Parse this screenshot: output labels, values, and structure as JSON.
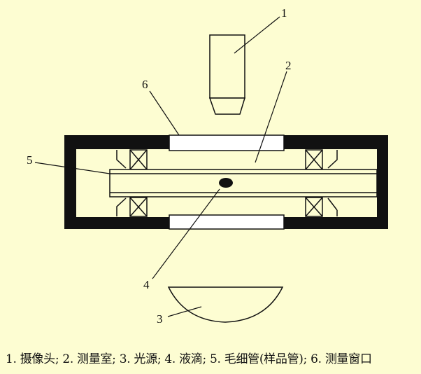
{
  "labels": {
    "n1": "1",
    "n2": "2",
    "n3": "3",
    "n4": "4",
    "n5": "5",
    "n6": "6"
  },
  "caption": "1. 摄像头; 2. 测量室; 3. 光源; 4. 液滴; 5. 毛细管(样品管); 6. 测量窗口",
  "colors": {
    "background": "#fdfdd2",
    "stroke": "#111111",
    "window": "#ffffff"
  }
}
